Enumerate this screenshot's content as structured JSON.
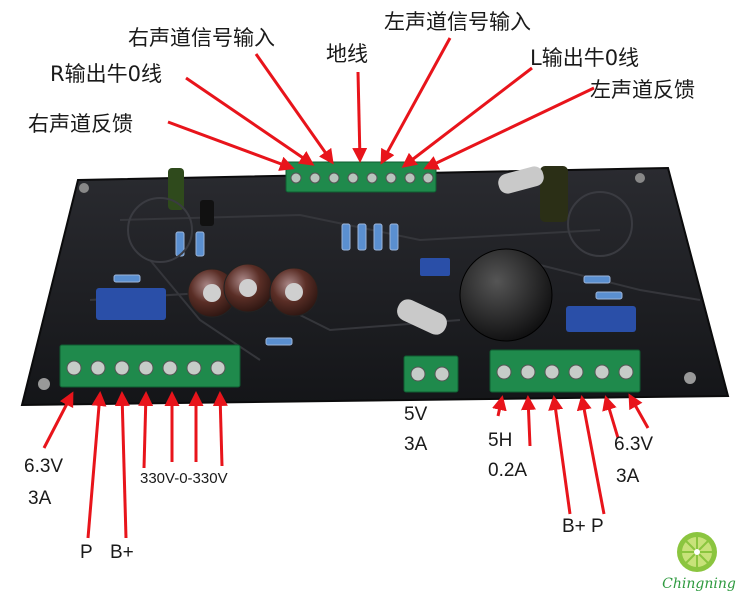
{
  "labels": {
    "top_right_signal_in": "右声道信号输入",
    "top_ground": "地线",
    "top_left_signal_in": "左声道信号输入",
    "top_r_output_0": "R输出牛0线",
    "top_l_output_0": "L输出牛0线",
    "top_right_feedback": "右声道反馈",
    "top_left_feedback": "左声道反馈",
    "bottom_63v_a": "6.3V",
    "bottom_3a_a": "3A",
    "bottom_330v": "330V-0-330V",
    "bottom_p_a": "P",
    "bottom_bplus_a": "B+",
    "bottom_5v": "5V",
    "bottom_3a_b": "3A",
    "bottom_5h": "5H",
    "bottom_02a": "0.2A",
    "bottom_63v_b": "6.3V",
    "bottom_3a_c": "3A",
    "bottom_bplus_p": "B+ P"
  },
  "logo": {
    "text": "Chingning"
  },
  "colors": {
    "arrow": "#e8141b",
    "board": "#1c1d20",
    "terminal": "#1f8a4c",
    "logo_text": "#2e9a3f"
  }
}
